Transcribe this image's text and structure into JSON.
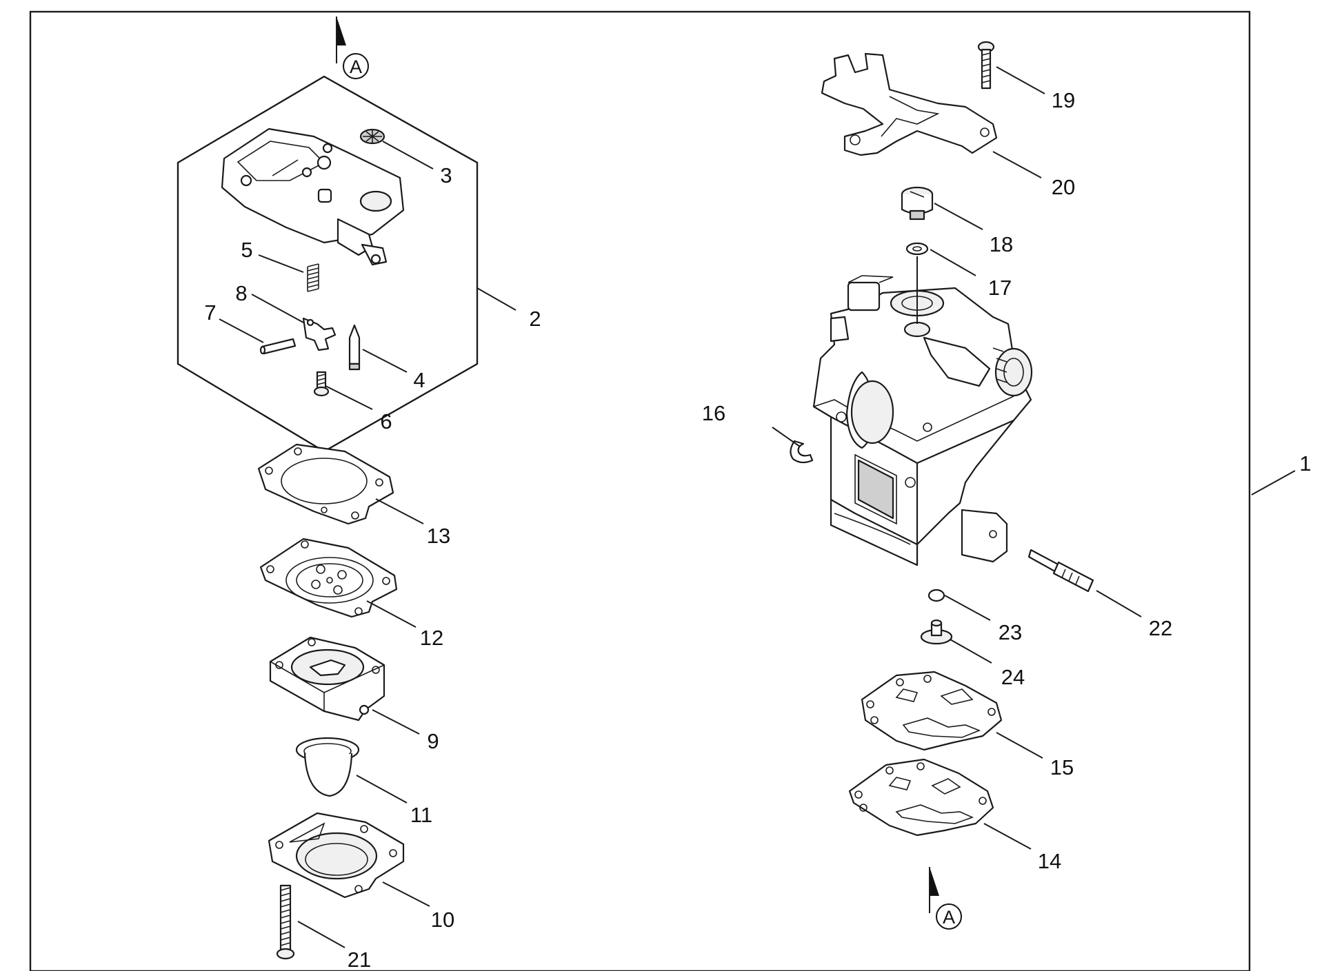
{
  "view_markers": [
    {
      "id": "top",
      "letter": "A"
    },
    {
      "id": "bottom",
      "letter": "A"
    }
  ],
  "callouts": [
    {
      "id": "c1",
      "label": "1"
    },
    {
      "id": "c2",
      "label": "2"
    },
    {
      "id": "c3",
      "label": "3"
    },
    {
      "id": "c4",
      "label": "4"
    },
    {
      "id": "c5",
      "label": "5"
    },
    {
      "id": "c6",
      "label": "6"
    },
    {
      "id": "c7",
      "label": "7"
    },
    {
      "id": "c8",
      "label": "8"
    },
    {
      "id": "c9",
      "label": "9"
    },
    {
      "id": "c10",
      "label": "10"
    },
    {
      "id": "c11",
      "label": "11"
    },
    {
      "id": "c12",
      "label": "12"
    },
    {
      "id": "c13",
      "label": "13"
    },
    {
      "id": "c14",
      "label": "14"
    },
    {
      "id": "c15",
      "label": "15"
    },
    {
      "id": "c16",
      "label": "16"
    },
    {
      "id": "c17",
      "label": "17"
    },
    {
      "id": "c18",
      "label": "18"
    },
    {
      "id": "c19",
      "label": "19"
    },
    {
      "id": "c20",
      "label": "20"
    },
    {
      "id": "c21",
      "label": "21"
    },
    {
      "id": "c22",
      "label": "22"
    },
    {
      "id": "c23",
      "label": "23"
    },
    {
      "id": "c24",
      "label": "24"
    }
  ]
}
